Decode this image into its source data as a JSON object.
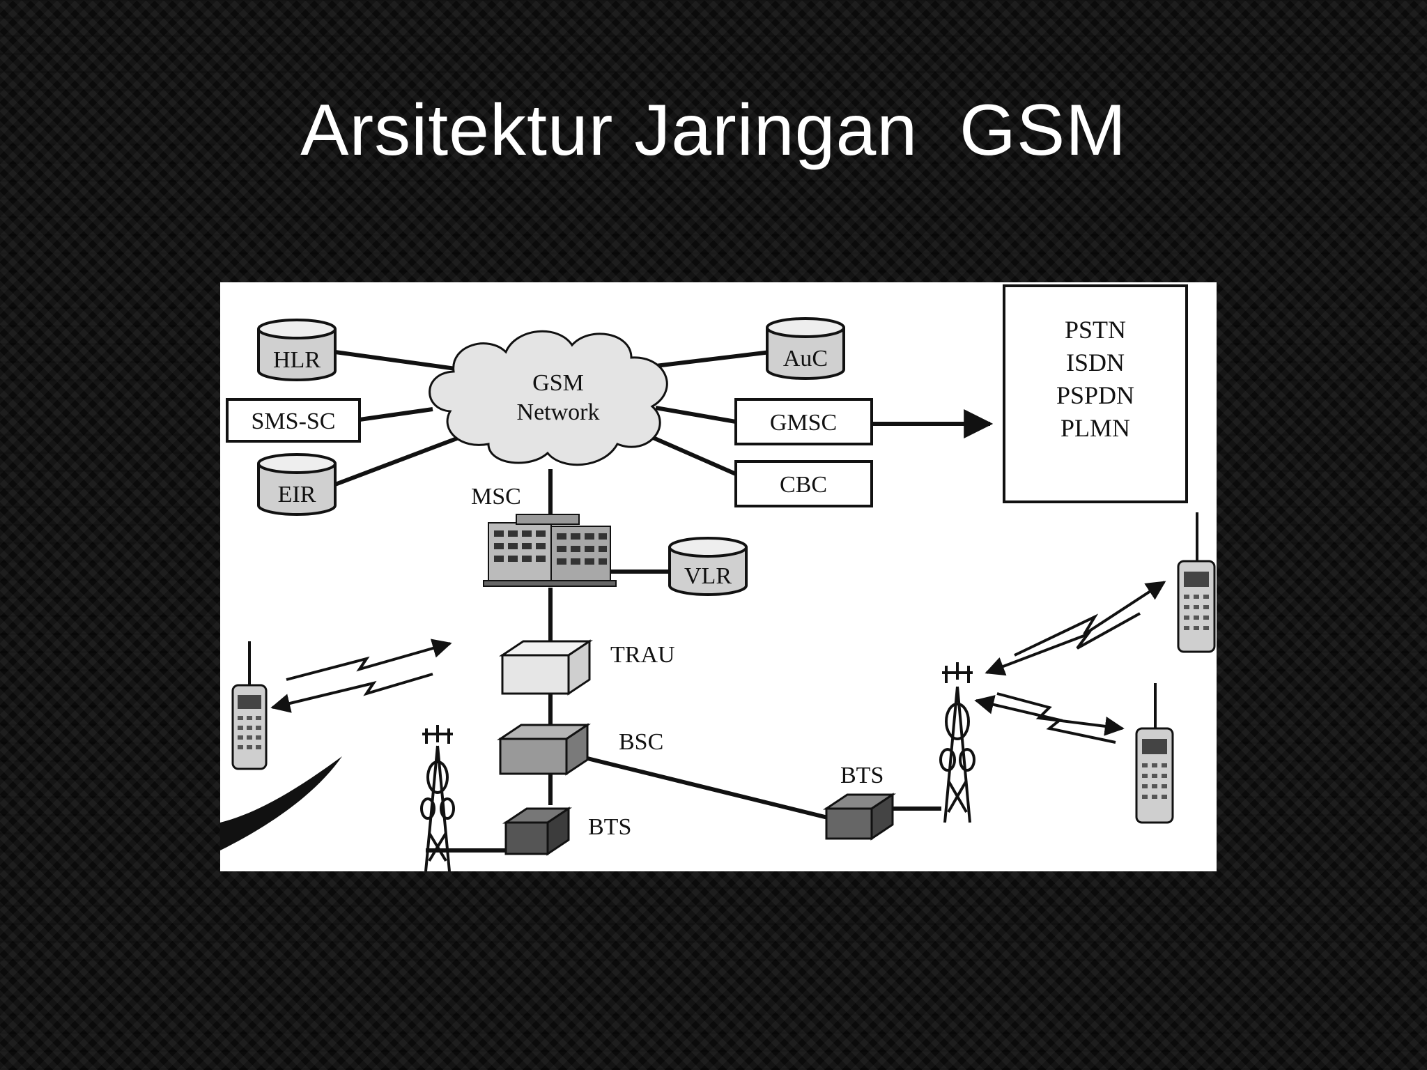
{
  "slide": {
    "title": "Arsitektur Jaringan  GSM"
  },
  "diagram": {
    "cloud": {
      "line1": "GSM",
      "line2": "Network"
    },
    "nodes": {
      "hlr": "HLR",
      "auc": "AuC",
      "sms_sc": "SMS-SC",
      "gmsc": "GMSC",
      "eir": "EIR",
      "cbc": "CBC",
      "msc": "MSC",
      "vlr": "VLR",
      "trau": "TRAU",
      "bsc": "BSC",
      "bts_left": "BTS",
      "bts_right": "BTS"
    },
    "external_networks": [
      "PSTN",
      "ISDN",
      "PSPDN",
      "PLMN"
    ]
  },
  "colors": {
    "background": "#0b0b0b",
    "title_text": "#ffffff",
    "panel": "#ffffff",
    "ink": "#111111"
  }
}
